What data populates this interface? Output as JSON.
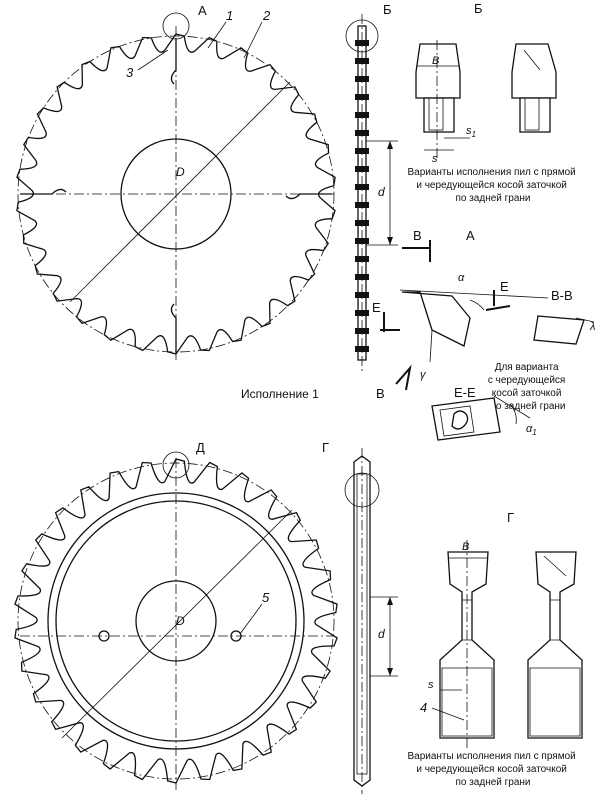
{
  "figure": {
    "variant_1_caption": "Исполнение 1",
    "view_labels": {
      "A": "А",
      "B": "Б",
      "V_section": "В-В",
      "E_section": "Е-Е",
      "G": "Г",
      "D": "Д"
    },
    "section_arrow_letters": {
      "V": "В",
      "E": "Е"
    },
    "callouts": [
      "1",
      "2",
      "3",
      "4",
      "5"
    ],
    "dimensions": {
      "D": "D",
      "d": "d",
      "B": "B",
      "s": "s",
      "s1": "s",
      "s1_sub": "1",
      "alpha": "α",
      "alpha1": "α",
      "alpha1_sub": "1",
      "gamma": "γ",
      "lambda": "λ"
    },
    "caption_variants_top": [
      "Варианты исполнения пил с прямой",
      "и чередующейся косой заточкой",
      "по задней грани"
    ],
    "caption_alternating_note": [
      "Для варианта",
      "с чередующейся",
      "косой заточкой",
      "по задней грани"
    ],
    "caption_variants_bottom": [
      "Варианты исполнения пил с прямой",
      "и чередующейся косой заточкой",
      "по задней грани"
    ]
  }
}
